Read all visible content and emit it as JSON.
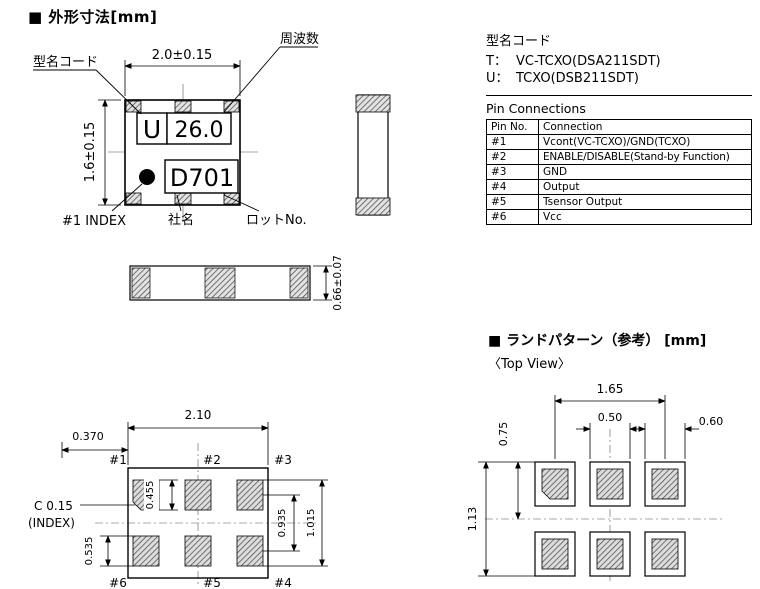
{
  "titles": {
    "outline": "■ 外形寸法[mm]",
    "land": "■ ランドパターン（参考） [mm]",
    "top_view": "〈Top View〉"
  },
  "outline": {
    "dim_width": "2.0±0.15",
    "dim_height": "1.6±0.15",
    "dim_thickness": "0.66±0.07",
    "callout_model_code": "型名コード",
    "callout_frequency": "周波数",
    "callout_index": "#1 INDEX",
    "callout_company": "社名",
    "callout_lot": "ロットNo.",
    "marking_model": "U",
    "marking_frequency": "26.0",
    "marking_lot": "D701"
  },
  "model_code": {
    "heading": "型名コード",
    "rows": [
      {
        "label": "T：",
        "value": "VC-TCXO(DSA211SDT)"
      },
      {
        "label": "U：",
        "value": "TCXO(DSB211SDT)"
      }
    ]
  },
  "pin_connections": {
    "heading": "Pin Connections",
    "columns": {
      "pin": "Pin No.",
      "connection": "Connection"
    },
    "rows": [
      {
        "pin": "#1",
        "connection": "Vcont(VC-TCXO)/GND(TCXO)"
      },
      {
        "pin": "#2",
        "connection": "ENABLE/DISABLE(Stand-by Function)"
      },
      {
        "pin": "#3",
        "connection": "GND"
      },
      {
        "pin": "#4",
        "connection": "Output"
      },
      {
        "pin": "#5",
        "connection": "Tsensor Output"
      },
      {
        "pin": "#6",
        "connection": "Vcc"
      }
    ]
  },
  "footprint": {
    "dim_width": "2.10",
    "dim_offset": "0.370",
    "dim_pad_height_top": "0.455",
    "dim_pad_height_bottom": "0.535",
    "dim_row_pitch": "0.935",
    "dim_outer": "1.015",
    "chamfer": "C 0.15",
    "index": "(INDEX)",
    "pins_top": [
      "#1",
      "#2",
      "#3"
    ],
    "pins_bottom": [
      "#6",
      "#5",
      "#4"
    ]
  },
  "land_pattern": {
    "dim_width_pitch": "1.65",
    "dim_pad_w_mid": "0.50",
    "dim_pad_w_right": "0.60",
    "dim_top": "0.75",
    "dim_height": "1.13"
  }
}
